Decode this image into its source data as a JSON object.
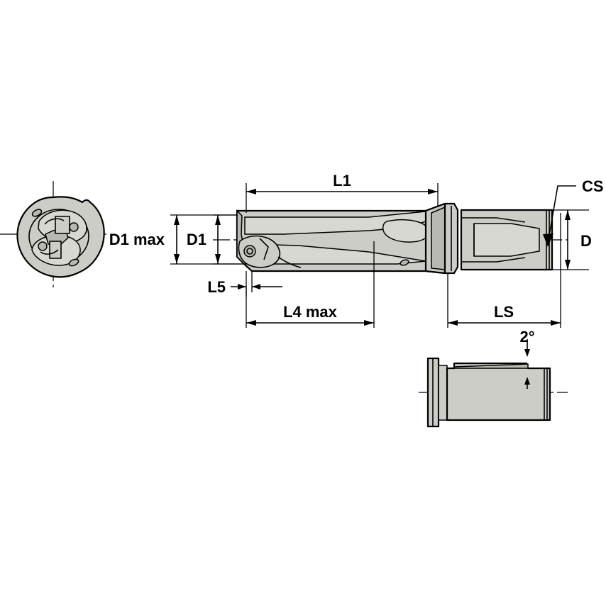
{
  "drawing": {
    "title": "Indexable Insert Drill — Dimensional Drawing",
    "background_color": "#ffffff",
    "line_color": "#000000",
    "body_fill": "#cdcdc8",
    "shade_dark": "#b9b9b3",
    "shade_light": "#d8d8d3"
  },
  "labels": {
    "l1": "L1",
    "d1_max": "D1 max",
    "d1": "D1",
    "l5": "L5",
    "l4_max": "L4 max",
    "ls": "LS",
    "d": "D",
    "cs": "CS",
    "angle": "2°"
  },
  "views": {
    "front_view": "front-end-view",
    "side_view": "side-elevation-view",
    "shank_detail": "shank-detail-view"
  }
}
